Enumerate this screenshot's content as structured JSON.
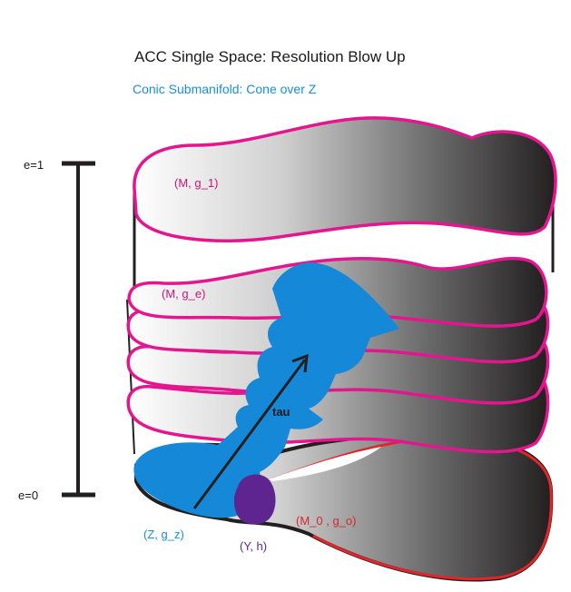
{
  "title": "ACC Single Space:  Resolution Blow Up",
  "subtitle": "Conic Submanifold: Cone over Z",
  "scale": {
    "top_label": "e=1",
    "bottom_label": "e=0"
  },
  "labels": {
    "m_g1": "(M, g_1)",
    "m_ge": "(M, g_e)",
    "tau": "tau",
    "z_gz": "(Z, g_z)",
    "y_h": "(Y, h)",
    "m0_go": "(M_0 , g_o)"
  },
  "colors": {
    "magenta": "#e4168f",
    "red": "#e0262b",
    "blue": "#1589d8",
    "purple": "#5e2590",
    "gradient_light": "#ffffff",
    "gradient_dark": "#231f20"
  }
}
